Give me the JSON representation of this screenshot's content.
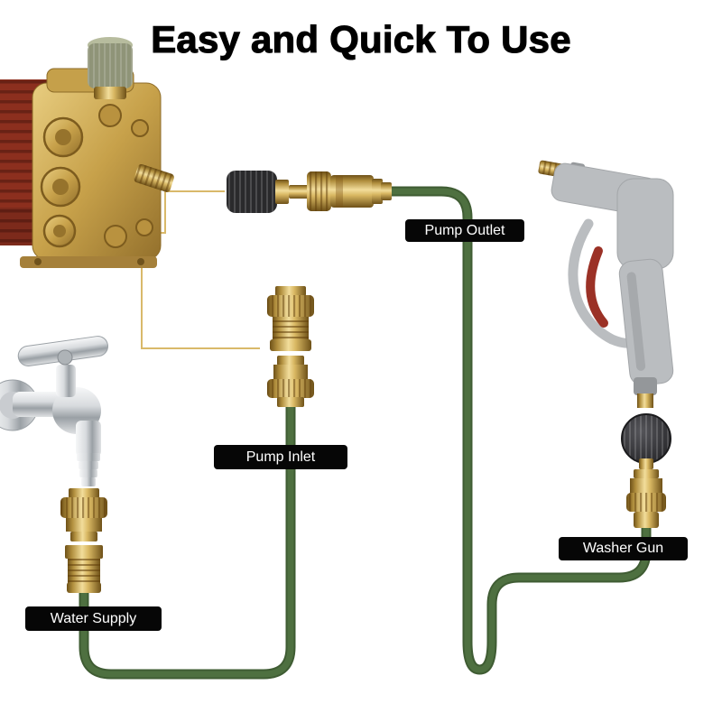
{
  "title": "Easy and Quick To Use",
  "callouts": {
    "pump_outlet": {
      "label": "Pump Outlet"
    },
    "pump_inlet": {
      "label": "Pump Inlet"
    },
    "washer_gun": {
      "label": "Washer Gun"
    },
    "water_supply": {
      "label": "Water Supply"
    }
  },
  "parts": [
    {
      "name": "pressure-washer-pump",
      "meaning": "brass pump unit, top left"
    },
    {
      "name": "pump-outlet-m22-coupler",
      "meaning": "black knurled M22 swivel at pump outlet"
    },
    {
      "name": "pump-outlet-quick-connector",
      "meaning": "brass quick connect on high pressure hose"
    },
    {
      "name": "pump-inlet-adapter",
      "meaning": "brass garden hose adapter, center"
    },
    {
      "name": "pump-inlet-quick-connector",
      "meaning": "brass quick connect coupler, center"
    },
    {
      "name": "spray-gun",
      "meaning": "grey pressure washer gun, right"
    },
    {
      "name": "gun-m22-coupler",
      "meaning": "black round M22 knob below gun"
    },
    {
      "name": "gun-quick-connector",
      "meaning": "brass quick connect below gun"
    },
    {
      "name": "water-faucet",
      "meaning": "chrome garden tap, left"
    },
    {
      "name": "water-supply-quick-connector",
      "meaning": "brass quick connect under faucet"
    },
    {
      "name": "water-supply-hose-adapter",
      "meaning": "brass threaded adapter under faucet"
    },
    {
      "name": "garden-hose",
      "meaning": "green hose: water supply to pump inlet"
    },
    {
      "name": "high-pressure-hose",
      "meaning": "green hose: pump outlet to washer gun"
    }
  ],
  "colors": {
    "background": "#ffffff",
    "title_color": "#000000",
    "label_bg": "#060606",
    "label_text": "#ffffff",
    "hose_green": "#4e7040",
    "hose_green_dark": "#3f5c33",
    "guide_gold": "#d9b96a",
    "brass_light": "#f2dd9b",
    "brass_mid": "#c9a84f",
    "brass_dark": "#6e5118",
    "gun_gray": "#babdc0",
    "trigger_red": "#9b3126",
    "pump_red": "#8c2f1e",
    "chrome_light": "#f6f7f8",
    "chrome_dark": "#9aa0a5"
  }
}
